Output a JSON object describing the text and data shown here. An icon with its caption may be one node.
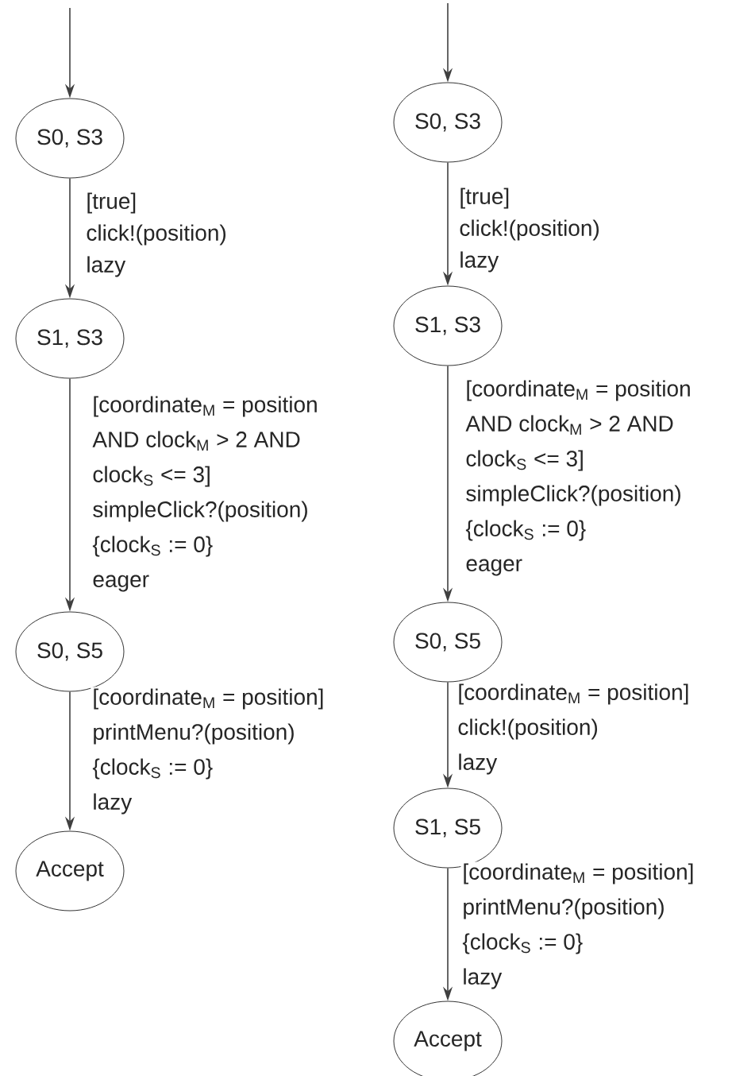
{
  "diagram": {
    "nodes": [
      {
        "text": [
          "S0, S3"
        ]
      },
      {
        "text": [
          "S1, S3"
        ]
      },
      {
        "text": [
          "S0, S5"
        ]
      },
      {
        "text": [
          "Accept"
        ]
      },
      {
        "text": [
          "S0, S3"
        ]
      },
      {
        "text": [
          "S1, S3"
        ]
      },
      {
        "text": [
          "S0, S5"
        ]
      },
      {
        "text": [
          "S1, S5"
        ]
      },
      {
        "text": [
          "Accept"
        ]
      }
    ],
    "edges": [
      {
        "from": null,
        "to": 0,
        "arrow": "to"
      },
      {
        "from": 0,
        "to": 1,
        "arrow": "to",
        "label": [
          "[true]",
          "click!(position)",
          "lazy"
        ]
      },
      {
        "from": 1,
        "to": 2,
        "arrow": "to",
        "label": [
          "[coordinate$_{M}$ = position",
          "AND clock$_{M}$ > 2 AND",
          "clock$_{S}$ <= 3]",
          "simpleClick?(position)",
          "{clock$_{S}$ := 0}",
          "eager"
        ]
      },
      {
        "from": 2,
        "to": 3,
        "arrow": "to",
        "label": [
          "[coordinate$_{M}$ = position]",
          "printMenu?(position)",
          "{clock$_{S}$ := 0}",
          "lazy"
        ]
      },
      {
        "from": null,
        "to": 4,
        "arrow": "to"
      },
      {
        "from": 4,
        "to": 5,
        "arrow": "to",
        "label": [
          "[true]",
          "click!(position)",
          "lazy"
        ]
      },
      {
        "from": 5,
        "to": 6,
        "arrow": "to",
        "label": [
          "[coordinate$_{M}$ = position",
          "AND clock$_{M}$ > 2 AND",
          "clock$_{S}$ <= 3]",
          "simpleClick?(position)",
          "{clock$_{S}$ := 0}",
          "eager"
        ]
      },
      {
        "from": 6,
        "to": 7,
        "arrow": "to",
        "label": [
          "[coordinate$_{M}$ = position]",
          "click!(position)",
          "lazy"
        ]
      },
      {
        "from": 7,
        "to": 8,
        "arrow": "to",
        "label": [
          "[coordinate$_{M}$ = position]",
          "printMenu?(position)",
          "{clock$_{S}$ := 0}",
          "lazy"
        ]
      }
    ]
  }
}
